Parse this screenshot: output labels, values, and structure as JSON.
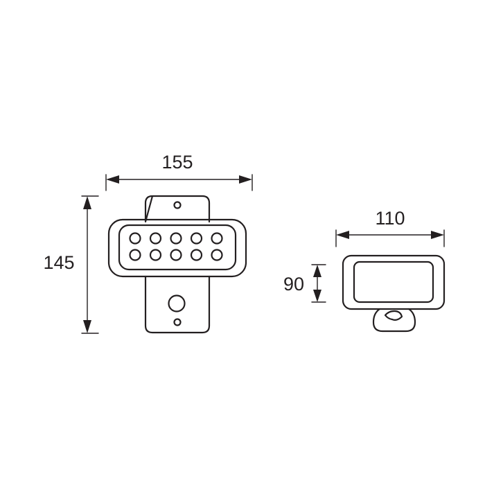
{
  "dimensions": {
    "front_width": "155",
    "front_height": "145",
    "side_width": "110",
    "side_height": "90"
  },
  "colors": {
    "line": "#231f20",
    "background": "#ffffff"
  },
  "front_view": {
    "led_rows": 2,
    "led_columns": 5
  }
}
